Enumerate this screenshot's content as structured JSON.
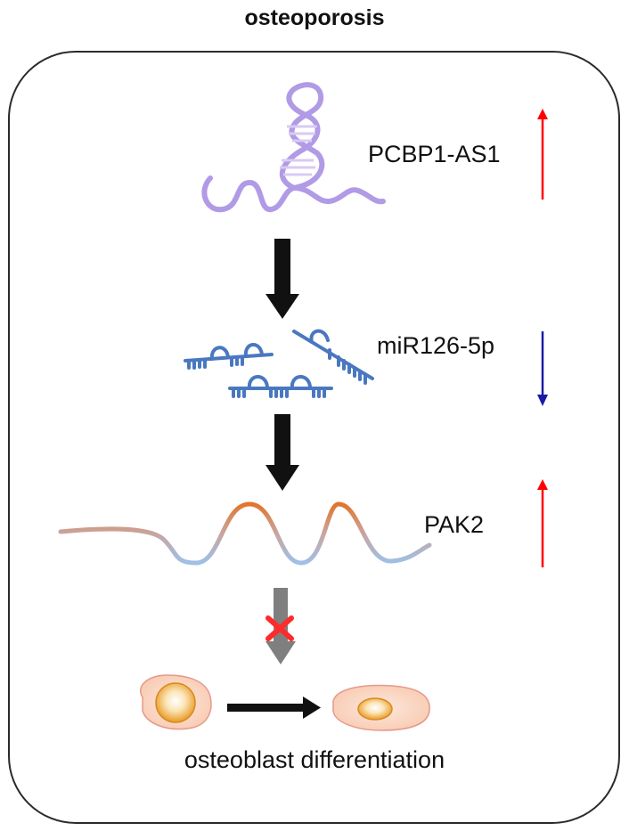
{
  "title": "osteoporosis",
  "nodes": {
    "lncrna": {
      "label": "PCBP1-AS1",
      "trend": "up",
      "trend_color": "#ff0000"
    },
    "mirna": {
      "label": "miR126-5p",
      "trend": "down",
      "trend_color": "#1a1aa6"
    },
    "mrna": {
      "label": "PAK2",
      "trend": "up",
      "trend_color": "#ff0000"
    },
    "outcome": {
      "label": "osteoblast differentiation"
    }
  },
  "colors": {
    "frame": "#2b2b2b",
    "rna_strand": "#b19ae6",
    "mirna": "#4a78c0",
    "arrow_main": "#111111",
    "arrow_blocked": "#7f7f7f",
    "block_mark": "#ff2a2a",
    "cell_fill": "#fbd9c5",
    "nucleus_fill": "#f2b24a"
  }
}
